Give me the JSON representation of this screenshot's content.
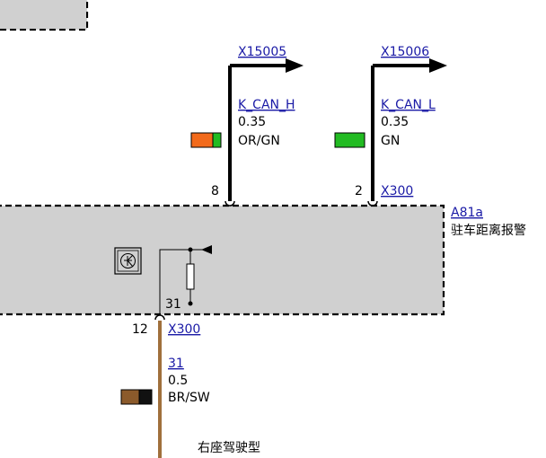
{
  "connectors": {
    "top_left": "X15005",
    "top_right": "X15006",
    "module_top": "X300",
    "module_bottom": "X300"
  },
  "wires": {
    "left": {
      "signal": "K_CAN_H",
      "gauge": "0.35",
      "color_code": "OR/GN",
      "pin": "8",
      "colors": [
        "#f26a1b",
        "#22bb22"
      ]
    },
    "right": {
      "signal": "K_CAN_L",
      "gauge": "0.35",
      "color_code": "GN",
      "pin": "2",
      "colors": [
        "#22bb22",
        "#22bb22"
      ]
    },
    "bottom": {
      "signal": "31",
      "gauge": "0.5",
      "color_code": "BR/SW",
      "pin": "12",
      "colors": [
        "#8b5a2b",
        "#111111"
      ],
      "stroke": "#a0703c"
    }
  },
  "module": {
    "id": "A81a",
    "name": "驻车距离报警",
    "ground_pin": "31",
    "fill": "#d0d0d0"
  },
  "footer_note": "右座驾驶型"
}
